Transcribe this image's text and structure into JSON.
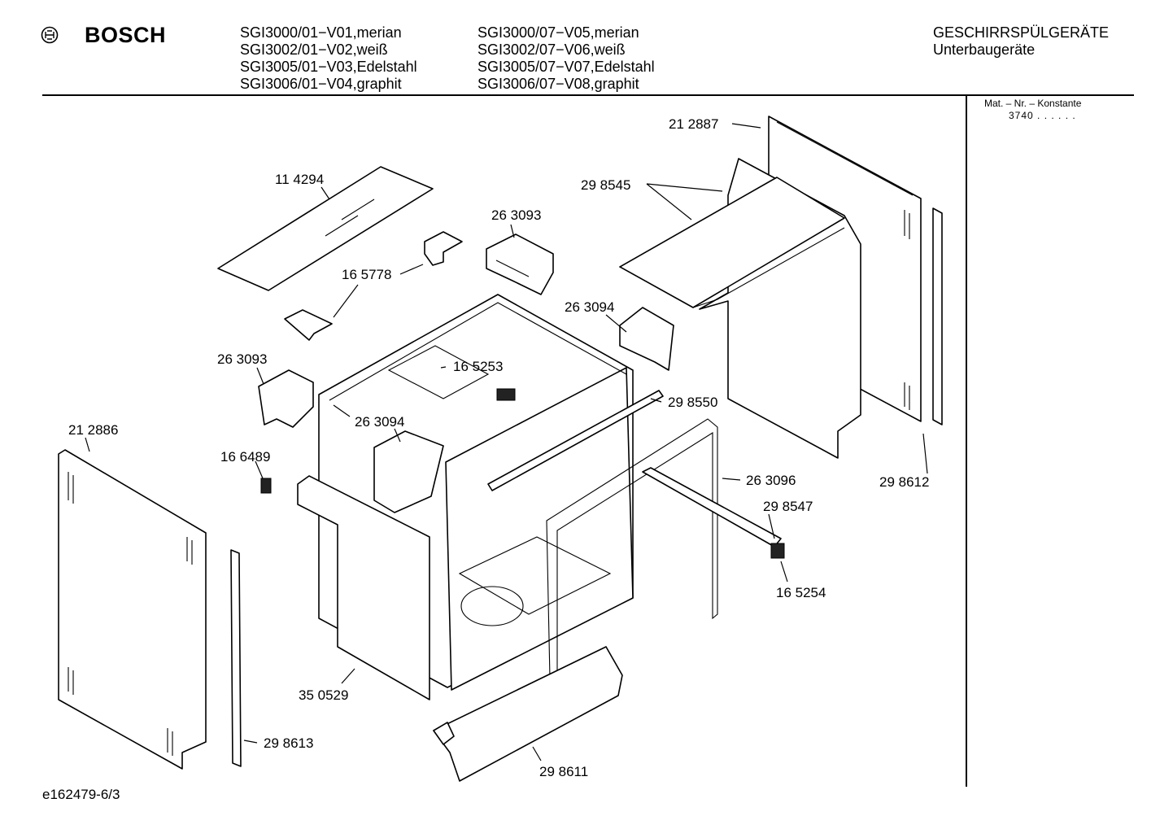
{
  "header": {
    "brand": "BOSCH",
    "models_left": [
      "SGI3000/01−V01,merian",
      "SGI3002/01−V02,weiß",
      "SGI3005/01−V03,Edelstahl",
      "SGI3006/01−V04,graphit"
    ],
    "models_right": [
      "SGI3000/07−V05,merian",
      "SGI3002/07−V06,weiß",
      "SGI3005/07−V07,Edelstahl",
      "SGI3006/07−V08,graphit"
    ],
    "category": "GESCHIRRSPÜLGERÄTE",
    "subcategory": "Unterbaugeräte"
  },
  "side_panel": {
    "label": "Mat. – Nr. – Konstante",
    "value": "3740  .  .  .  .  .  ."
  },
  "footer": {
    "drawing_id": "e162479-6/3"
  },
  "part_numbers": {
    "p212887": "21 2887",
    "p114294": "11 4294",
    "p298545": "29 8545",
    "p263093_top": "26 3093",
    "p165778": "16 5778",
    "p263094_right": "26 3094",
    "p263093_left": "26 3093",
    "p165253": "16 5253",
    "p298550": "29 8550",
    "p263094_center": "26 3094",
    "p212886": "21 2886",
    "p166489": "16 6489",
    "p263096": "26 3096",
    "p298612": "29 8612",
    "p298547": "29 8547",
    "p165254": "16 5254",
    "p350529": "35 0529",
    "p298613": "29 8613",
    "p298611": "29 8611"
  }
}
